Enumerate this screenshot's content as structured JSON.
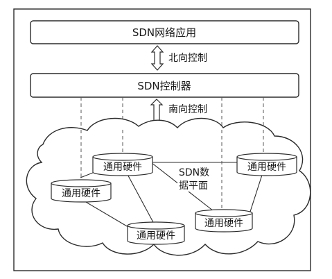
{
  "layers": {
    "application": "SDN网络应用",
    "controller": "SDN控制器"
  },
  "interfaces": {
    "northbound": "北向控制",
    "southbound": "南向控制"
  },
  "data_plane": {
    "label_line1": "SDN数",
    "label_line2": "据平面"
  },
  "devices": [
    {
      "label": "通用硬件"
    },
    {
      "label": "通用硬件"
    },
    {
      "label": "通用硬件"
    },
    {
      "label": "通用硬件"
    },
    {
      "label": "通用硬件"
    }
  ],
  "colors": {
    "line": "#2b2b2b",
    "box_fill": "#ffffff",
    "background": "#ffffff"
  }
}
